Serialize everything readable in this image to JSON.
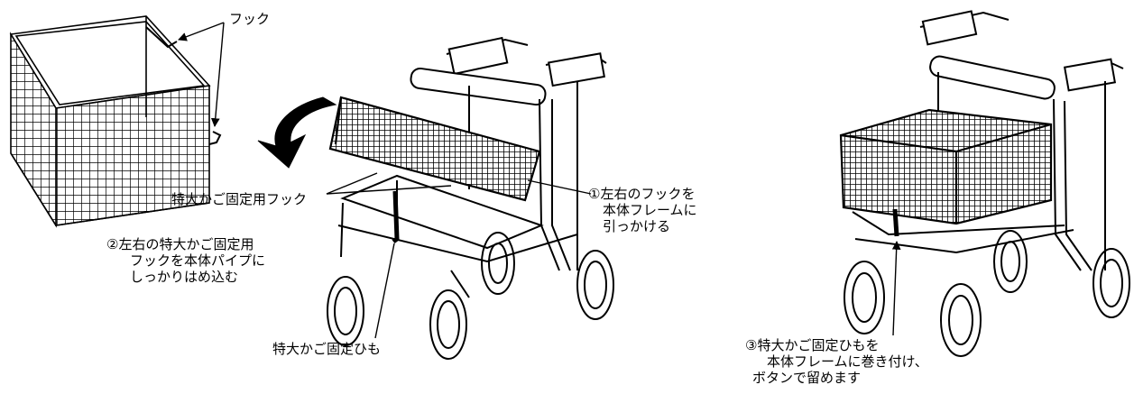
{
  "labels": {
    "hook": "フック",
    "basket_hook": "特大かご固定用フック",
    "step1": [
      "①左右のフックを",
      "本体フレームに",
      "引っかける"
    ],
    "step2": [
      "②左右の特大かご固定用",
      "フックを本体パイプに",
      "しっかりはめ込む"
    ],
    "strap": "特大かご固定ひも",
    "step3": [
      "③特大かご固定ひもを",
      "本体フレームに巻き付け、",
      "ボタンで留めます"
    ]
  }
}
